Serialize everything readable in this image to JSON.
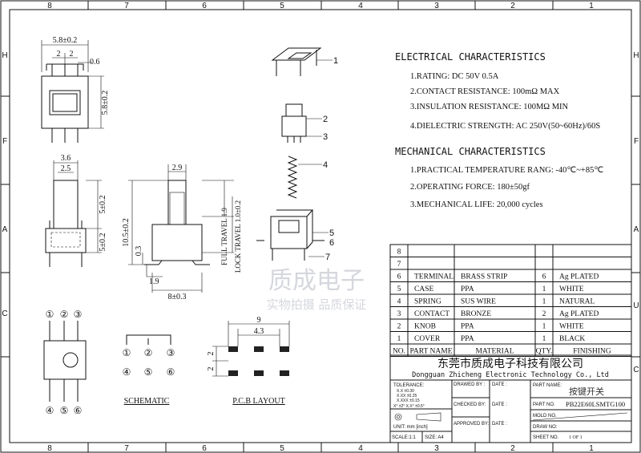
{
  "frame": {
    "columns": [
      "8",
      "7",
      "6",
      "5",
      "4",
      "3",
      "2",
      "1"
    ],
    "rows_left": [
      "H",
      "F",
      "A",
      "C"
    ],
    "rows_right": [
      "H",
      "F",
      "A",
      "U",
      "C"
    ]
  },
  "dimensions": {
    "top_width": "5.8±0.2",
    "pitch_a": "2",
    "pitch_b": "2",
    "pin": "0.6",
    "top_height": "5.8±0.2",
    "side_width": "3.6",
    "side_inner": "2.5",
    "side_upper": "5±0.2",
    "side_lower": "5±0.2",
    "front_knob": "2.9",
    "front_total": "10.5±0.2",
    "front_03": "0.3",
    "front_19": "1.9",
    "front_base": "8±0.3",
    "full_travel": "FULL TRAVEL 1.9",
    "lock_travel": "LOCK TRAVEL 1.0±0.2",
    "pcb_width": "9",
    "pcb_pitch": "4.3",
    "pcb_v1": "2",
    "pcb_v2": "2"
  },
  "exploded_callouts": [
    "1",
    "2",
    "3",
    "4",
    "5",
    "6",
    "7"
  ],
  "pins_top": [
    "①",
    "②",
    "③"
  ],
  "pins_bottom": [
    "④",
    "⑤",
    "⑥"
  ],
  "schematic_label": "SCHEMATIC",
  "pcb_label": "P.C.B LAYOUT",
  "watermark": {
    "cn": "质成电子",
    "sub": "实物拍摄 品质保证"
  },
  "electrical": {
    "title": "ELECTRICAL CHARACTERISTICS",
    "items": [
      "1.RATING: DC 50V 0.5A",
      "2.CONTACT RESISTANCE: 100mΩ MAX",
      "3.INSULATION RESISTANCE: 100MΩ MIN",
      "4.DIELECTRIC STRENGTH: AC 250V(50~60Hz)/60S"
    ]
  },
  "mechanical": {
    "title": "MECHANICAL CHARACTERISTICS",
    "items": [
      "1.PRACTICAL TEMPERATURE RANG: -40℃~+85℃",
      "2.OPERATING FORCE: 180±50gf",
      "3.MECHANICAL LIFE: 20,000 cycles"
    ]
  },
  "bom": {
    "headers": [
      "NO.",
      "PART NAME",
      "MATERIAL",
      "QTY.",
      "FINISHING"
    ],
    "rows": [
      [
        "8",
        "",
        "",
        "",
        ""
      ],
      [
        "7",
        "",
        "",
        "",
        ""
      ],
      [
        "6",
        "TERMINAL",
        "BRASS STRIP",
        "6",
        "Ag PLATED"
      ],
      [
        "5",
        "CASE",
        "PPA",
        "1",
        "WHITE"
      ],
      [
        "4",
        "SPRING",
        "SUS WIRE",
        "1",
        "NATURAL"
      ],
      [
        "3",
        "CONTACT",
        "BRONZE",
        "2",
        "Ag PLATED"
      ],
      [
        "2",
        "KNOB",
        "PPA",
        "1",
        "WHITE"
      ],
      [
        "1",
        "COVER",
        "PPA",
        "1",
        "BLACK"
      ]
    ]
  },
  "title_block": {
    "company_cn": "东莞市质成电子科技有限公司",
    "company_en": "Dongguan Zhicheng Electronic Technology Co., Ltd",
    "tolerance": "TOLERANCE:",
    "tol_x": "X.X    ±0.30",
    "tol_xx": "X.XX   ±0.25",
    "tol_xxx": "X.XXX  ±0.15",
    "tol_ang": "X° ±2°     X.X° ±0.5°",
    "unit": "UNIT:  mm  [inch]",
    "scale": "SCALE:1:1",
    "size": "SIZE: A4",
    "drawed_by": "DRAWED BY :",
    "checked_by": "CHECKED BY:",
    "approved_by": "APPROVED BY:",
    "date": "DATE :",
    "part_name_label": "PART NAME:",
    "part_name": "按键开关",
    "part_no_label": "PART NO.",
    "part_no": "PB22E60LSMTG100",
    "mold_no_label": "MOLD NO.",
    "draw_no_label": "DRAW NO:",
    "sheet_no_label": "SHEET NO.",
    "sheet_no": "1 OF 1"
  }
}
